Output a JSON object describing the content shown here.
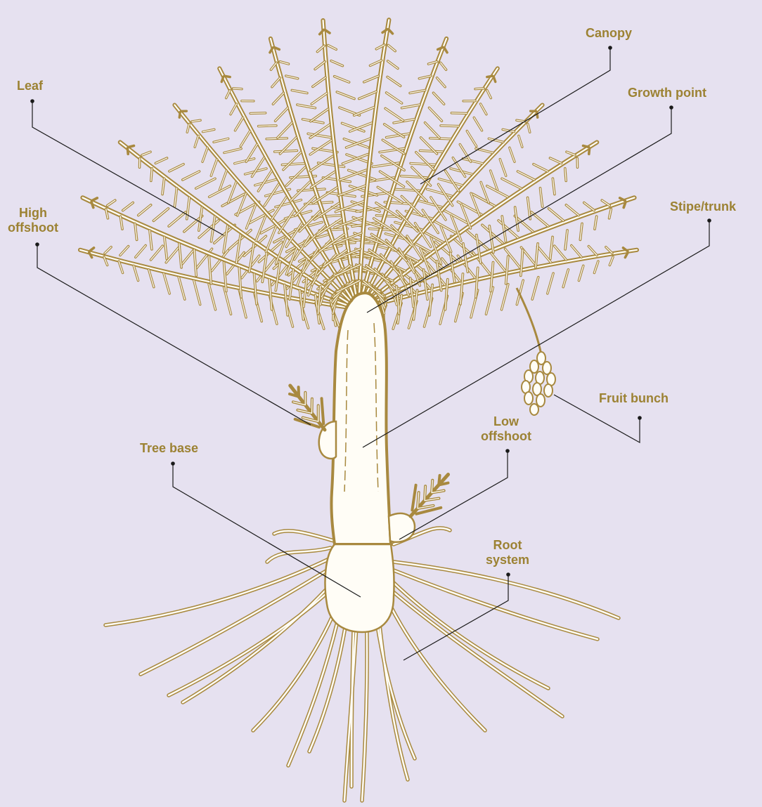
{
  "colors": {
    "background": "#e6e1f0",
    "label": "#9c8233",
    "plant_stroke": "#a8893f",
    "plant_fill": "#fffdf6",
    "leader": "#1a1a1a"
  },
  "labels": {
    "canopy": "Canopy",
    "leaf": "Leaf",
    "growth_point": "Growth point",
    "high_offshoot_1": "High",
    "high_offshoot_2": "offshoot",
    "stipe_trunk": "Stipe/trunk",
    "fruit_bunch": "Fruit bunch",
    "low_offshoot_1": "Low",
    "low_offshoot_2": "offshoot",
    "tree_base": "Tree base",
    "root_system_1": "Root",
    "root_system_2": "system"
  }
}
